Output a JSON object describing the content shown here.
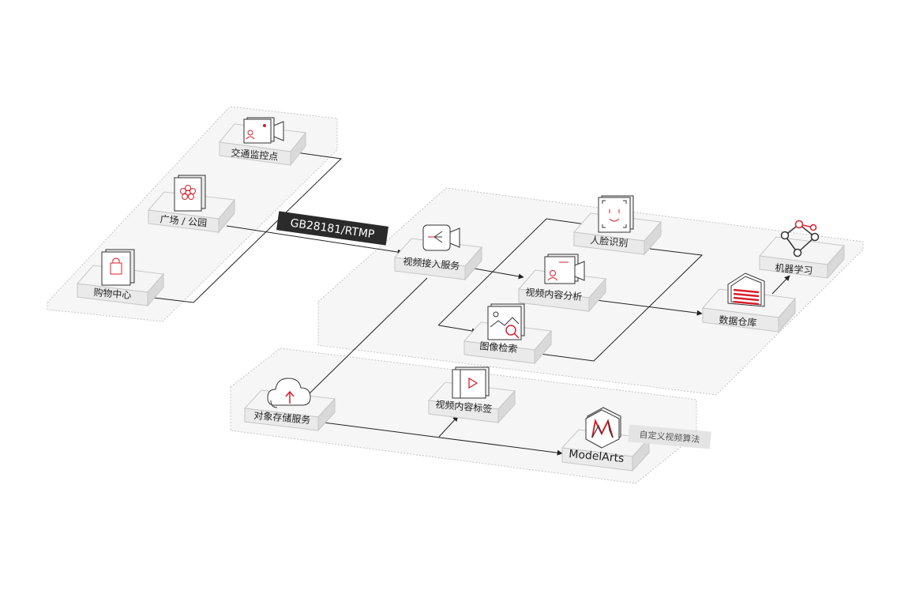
{
  "colors": {
    "accent": "#d7202c",
    "line": "#222222",
    "zone_fill": "#f6f6f6",
    "zone_stroke": "#c4c4c4",
    "block_top": "#f5f5f5",
    "block_front": "#eaeaea",
    "block_side": "#d9d9d9",
    "badge_bg": "#2b2b2b",
    "tag_bg": "#e4e4e4"
  },
  "protocol_label": "GB28181/RTMP",
  "nodes": {
    "traffic": {
      "label": "交通监控点",
      "icon": "surveillance-camera-icon"
    },
    "plaza": {
      "label": "广场 / 公园",
      "icon": "flower-icon"
    },
    "mall": {
      "label": "购物中心",
      "icon": "shopping-bag-icon"
    },
    "video_access": {
      "label": "视频接入服务",
      "icon": "video-stream-icon"
    },
    "face": {
      "label": "人脸识别",
      "icon": "face-scan-icon"
    },
    "content": {
      "label": "视频内容分析",
      "icon": "person-camera-icon"
    },
    "image_search": {
      "label": "图像检索",
      "icon": "image-search-icon"
    },
    "warehouse": {
      "label": "数据仓库",
      "icon": "warehouse-icon"
    },
    "ml": {
      "label": "机器学习",
      "icon": "network-graph-icon"
    },
    "obs": {
      "label": "对象存储服务",
      "icon": "cloud-upload-icon"
    },
    "tagging": {
      "label": "视频内容标签",
      "icon": "video-tag-icon"
    },
    "modelarts": {
      "label": "ModelArts",
      "icon": "modelarts-logo-icon"
    }
  },
  "custom_algo_label": "自定义视频算法"
}
